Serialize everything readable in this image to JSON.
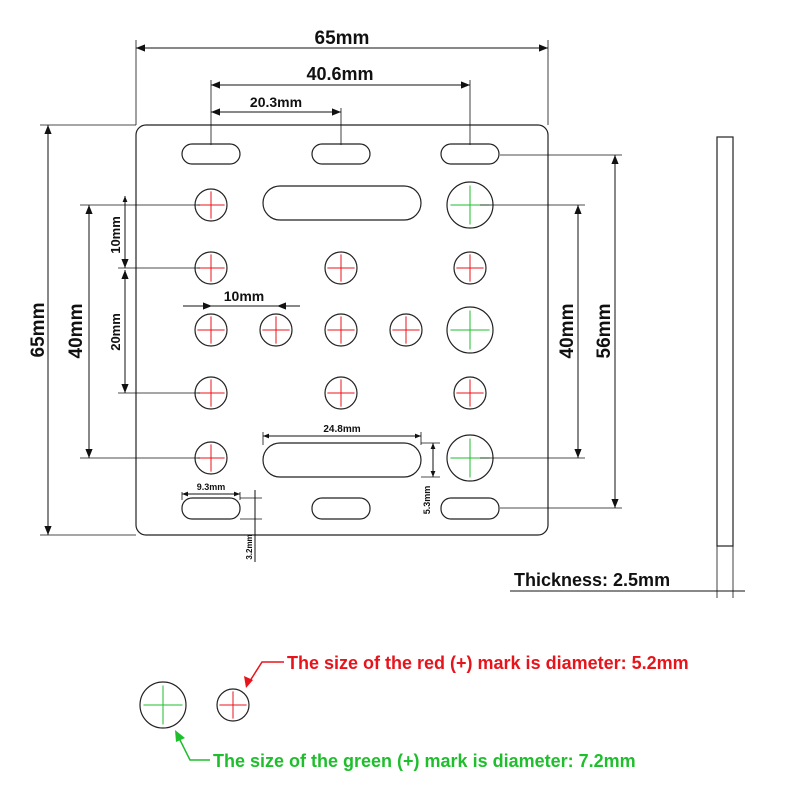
{
  "dimensions": {
    "plate_width": "65mm",
    "slot_span_outer": "40.6mm",
    "slot_span_half": "20.3mm",
    "plate_height": "65mm",
    "hole_span_left": "40mm",
    "hole_pitch_small": "10mm",
    "hole_pitch_vertical": "20mm",
    "hole_pitch_horizontal": "10mm",
    "long_slot_length": "24.8mm",
    "long_slot_width": "5.3mm",
    "short_slot_length": "9.3mm",
    "short_slot_width": "3.2mm",
    "hole_span_right": "40mm",
    "slot_span_right": "56mm"
  },
  "thickness_label": "Thickness: 2.5mm",
  "legend": {
    "red_text": "The size of the red (+) mark is diameter: 5.2mm",
    "green_text": "The size of the green (+) mark is diameter: 7.2mm"
  },
  "colors": {
    "red_mark": "#e8141c",
    "green_mark": "#1fbe2d",
    "outline": "#222222"
  }
}
